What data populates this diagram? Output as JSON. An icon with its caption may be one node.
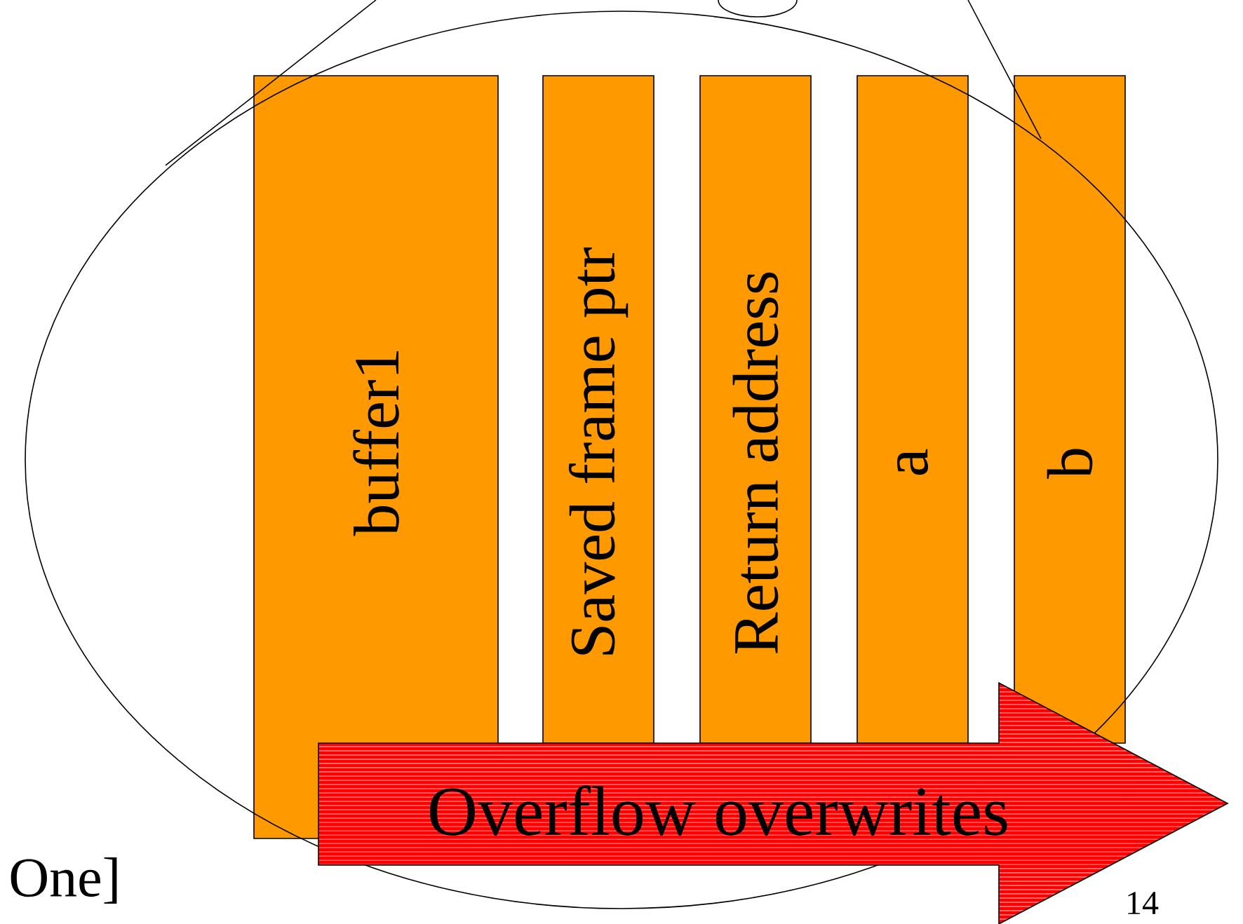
{
  "diagram": {
    "nodes": [
      {
        "text": [
          "buffer1"
        ]
      },
      {
        "text": [
          "Saved frame ptr"
        ]
      },
      {
        "text": [
          "Return address"
        ]
      },
      {
        "text": [
          "a"
        ]
      },
      {
        "text": [
          "b"
        ]
      },
      {
        "text": [
          "Overflow overwrites"
        ]
      }
    ],
    "labels": [
      "One]",
      "14"
    ]
  }
}
